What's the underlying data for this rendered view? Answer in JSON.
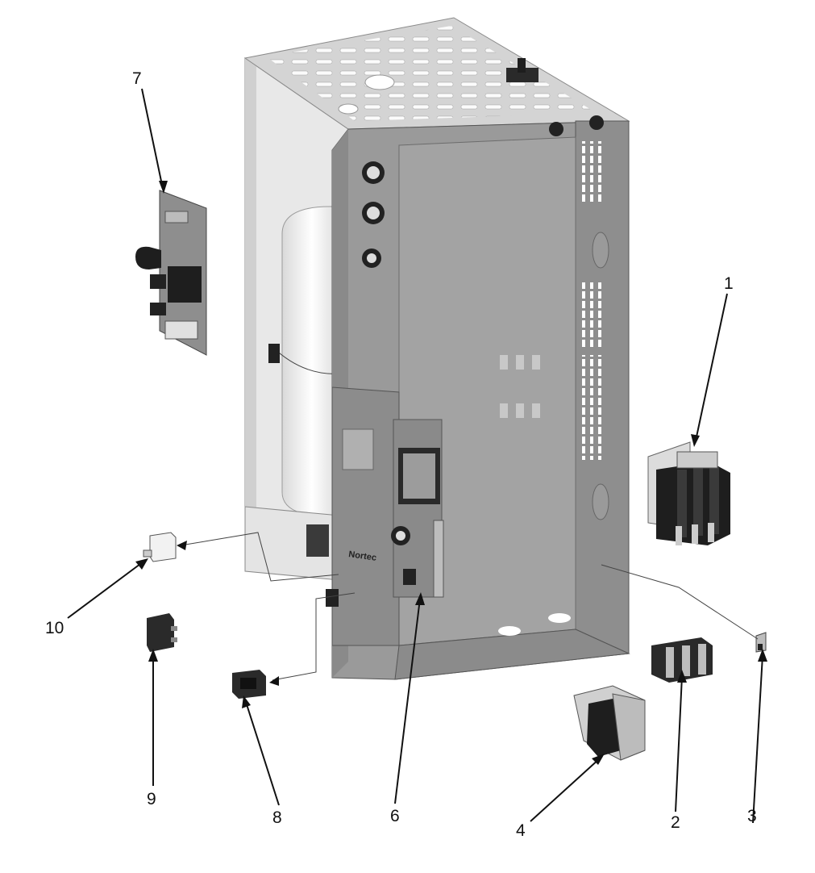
{
  "diagram": {
    "brand_mark": "Nortec",
    "callouts": [
      {
        "id": "1",
        "label": "1"
      },
      {
        "id": "2",
        "label": "2"
      },
      {
        "id": "3",
        "label": "3"
      },
      {
        "id": "4",
        "label": "4"
      },
      {
        "id": "6",
        "label": "6"
      },
      {
        "id": "7",
        "label": "7"
      },
      {
        "id": "8",
        "label": "8"
      },
      {
        "id": "9",
        "label": "9"
      },
      {
        "id": "10",
        "label": "10"
      }
    ],
    "colors": {
      "cabinet": "#9a9a9a",
      "cabinet_dark": "#7e7e7e",
      "top_panel": "#d2d2d2",
      "side_panel": "#e6e6e6",
      "tank": "#f2f2f2",
      "component_black": "#1e1e1e",
      "line": "#111111"
    }
  }
}
